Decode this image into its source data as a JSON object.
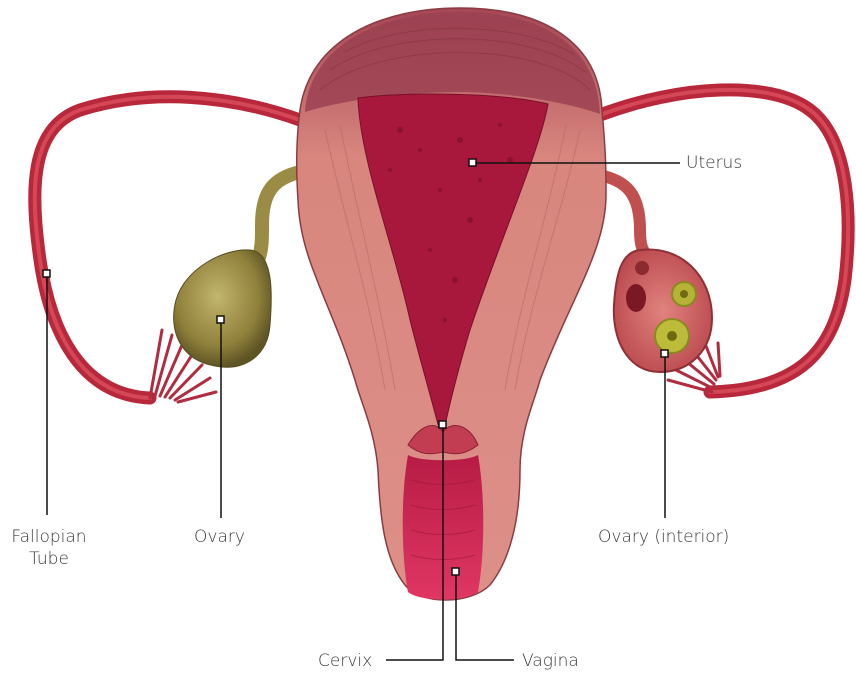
{
  "diagram": {
    "labels": {
      "uterus": "Uterus",
      "fallopian_tube_line1": "Fallopian",
      "fallopian_tube_line2": "Tube",
      "ovary": "Ovary",
      "ovary_interior": "Ovary (interior)",
      "cervix": "Cervix",
      "vagina": "Vagina"
    },
    "colors": {
      "tissue": "#c9707a",
      "muscle": "#d88a86",
      "tube": "#c6283c",
      "endometrium": "#a8173c",
      "ovary": "#9c8d46",
      "canal": "#d42c57",
      "leader": "#111111"
    }
  }
}
